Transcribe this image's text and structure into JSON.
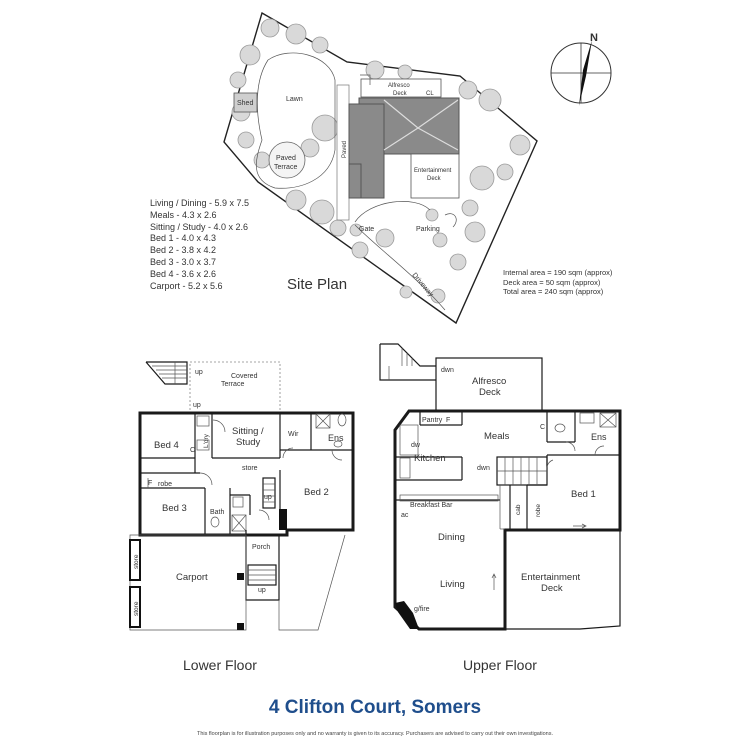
{
  "site_plan": {
    "title": "Site Plan",
    "labels": {
      "shed": "Shed",
      "lawn": "Lawn",
      "paved_terrace": [
        "Paved",
        "Terrace"
      ],
      "paved": "Paved",
      "alfresco_deck": [
        "Alfresco",
        "Deck"
      ],
      "cl": "CL",
      "entertainment_deck": [
        "Entertainment",
        "Deck"
      ],
      "gate": "Gate",
      "parking": "Parking",
      "driveway": "Driveway"
    },
    "compass": "N"
  },
  "room_sizes": [
    "Living / Dining - 5.9 x 7.5",
    "Meals - 4.3 x 2.6",
    "Sitting / Study - 4.0 x 2.6",
    "Bed 1 - 4.0 x 4.3",
    "Bed 2 - 3.8 x 4.2",
    "Bed 3 - 3.0 x 3.7",
    "Bed 4 - 3.6 x 2.6",
    "Carport - 5.2 x 5.6"
  ],
  "areas": [
    "Internal area = 190 sqm (approx)",
    "Deck area = 50 sqm (approx)",
    "Total area = 240 sqm (approx)"
  ],
  "lower_floor": {
    "title": "Lower Floor",
    "labels": {
      "up_stair": "up",
      "covered_terrace": [
        "Covered",
        "Terrace"
      ],
      "up_door": "up",
      "bed4": "Bed 4",
      "ldry": "L'dry",
      "sitting": [
        "Sitting /",
        "Study"
      ],
      "wir": "Wir",
      "ens": "Ens",
      "c": "C",
      "store_mid": "store",
      "robe": "robe",
      "f": "F",
      "bed3": "Bed 3",
      "bath": "Bath",
      "up_hall": "up",
      "bed2": "Bed 2",
      "porch": "Porch",
      "carport": "Carport",
      "up_carport": "up",
      "store_top": "store",
      "store_bottom": "store"
    }
  },
  "upper_floor": {
    "title": "Upper Floor",
    "labels": {
      "dwn_top": "dwn",
      "alfresco": [
        "Alfresco",
        "Deck"
      ],
      "pantry": "Pantry",
      "f": "F",
      "dw": "dw",
      "meals": "Meals",
      "kitchen": "Kitchen",
      "dwn_stairs": "dwn",
      "c": "C",
      "ens": "Ens",
      "bed1": "Bed 1",
      "robe": "robe",
      "cab": "cab",
      "breakfast_bar": "Breakfast Bar",
      "ac": "ac",
      "dining": "Dining",
      "living": "Living",
      "gfire": "g/fire",
      "entertainment": [
        "Entertainment",
        "Deck"
      ]
    }
  },
  "address": "4 Clifton Court, Somers",
  "disclaimer": "This floorplan is for illustration purposes only and no warranty is given to its accuracy. Purchasers are advised to carry out their own investigations."
}
